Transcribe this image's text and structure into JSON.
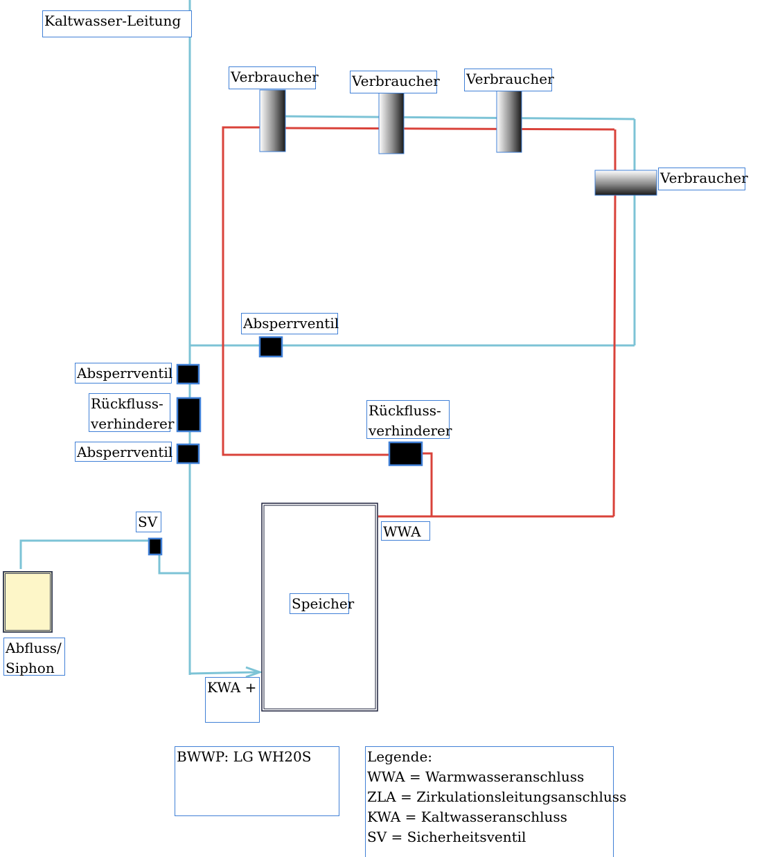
{
  "colors": {
    "cold": "#7cc3d6",
    "hot": "#d9423a",
    "border": "#3f7fd6",
    "valve": "#000000",
    "drain": "#fdf6c8"
  },
  "labels": {
    "cold_line": "Kaltwasser-Leitung",
    "consumer": "Verbraucher",
    "shutoff_valve": "Absperrventil",
    "backflow": [
      "Rückfluss-",
      "verhinderer"
    ],
    "sv": "SV",
    "drain": [
      "Abfluss/",
      "Siphon"
    ],
    "storage": "Speicher",
    "wwa": "WWA",
    "kwa": "KWA +",
    "model": "BWWP: LG WH20S"
  },
  "legend": {
    "title": "Legende:",
    "entries": [
      "WWA = Warmwasseranschluss",
      "ZLA = Zirkulationsleitungsanschluss",
      "KWA = Kaltwasseranschluss",
      "SV = Sicherheitsventil"
    ]
  }
}
